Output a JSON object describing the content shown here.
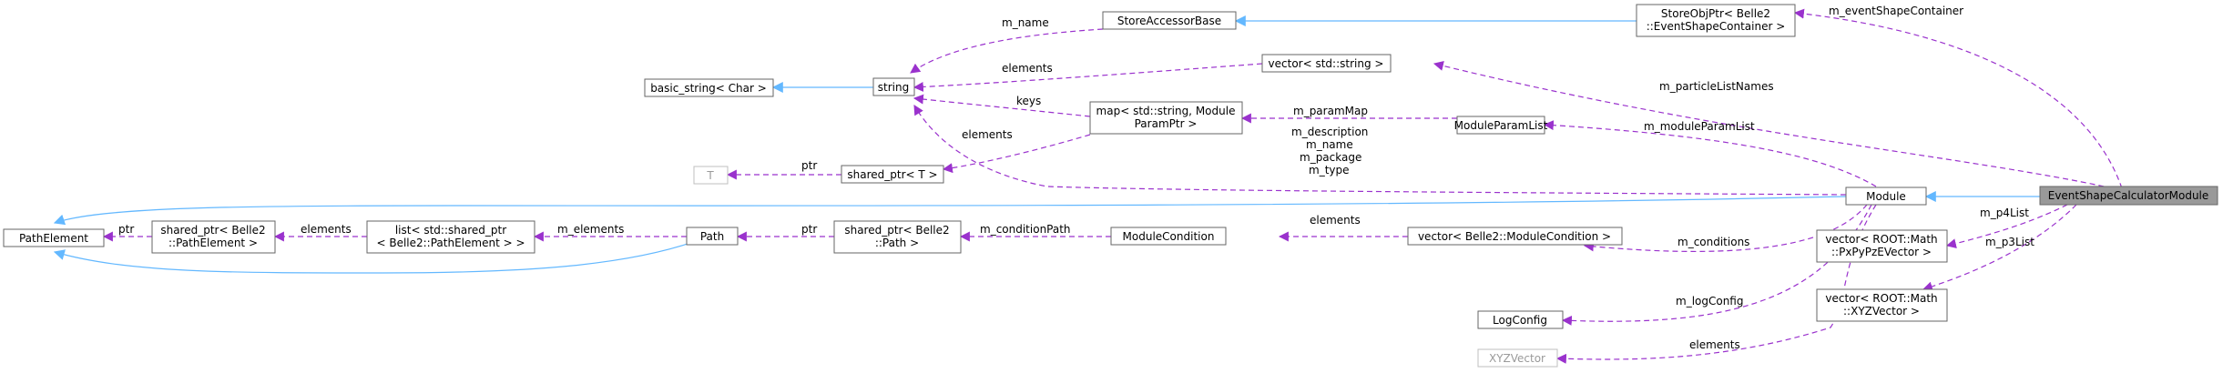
{
  "nodes": {
    "path_element": "PathElement",
    "shared_ptr_pathelement": [
      "shared_ptr< Belle2",
      "::PathElement >"
    ],
    "list_shared_ptr": [
      "list< std::shared_ptr",
      "< Belle2::PathElement > >"
    ],
    "path": "Path",
    "shared_ptr_path": [
      "shared_ptr< Belle2",
      "::Path >"
    ],
    "module_condition": "ModuleCondition",
    "vector_module_condition": "vector< Belle2::ModuleCondition >",
    "t": "T",
    "shared_ptr_t": "shared_ptr< T >",
    "basic_string": "basic_string< Char >",
    "string": "string",
    "store_accessor_base": "StoreAccessorBase",
    "vector_string": "vector< std::string >",
    "map_param": [
      "map< std::string, Module",
      "ParamPtr >"
    ],
    "module_param_list": "ModuleParamList",
    "store_obj_ptr": [
      "StoreObjPtr< Belle2",
      "::EventShapeContainer >"
    ],
    "module": "Module",
    "log_config": "LogConfig",
    "xyz_vector": "XYZVector",
    "vector_pxpypze": [
      "vector< ROOT::Math",
      "::PxPyPzEVector >"
    ],
    "vector_xyz": [
      "vector< ROOT::Math",
      "::XYZVector >"
    ],
    "event_shape_calculator_module": "EventShapeCalculatorModule"
  },
  "edge_labels": {
    "ptr_path_element": "ptr",
    "elements_list": "elements",
    "m_elements": "m_elements",
    "ptr_path": "ptr",
    "m_condition_path": "m_conditionPath",
    "elements_module_condition": "elements",
    "ptr_t": "ptr",
    "elements_shared_t": "elements",
    "m_name": "m_name",
    "elements_vector_string": "elements",
    "keys": "keys",
    "m_param_map": "m_paramMap",
    "module_string_members": [
      "m_description",
      "m_name",
      "m_package",
      "m_type"
    ],
    "m_module_param_list": "m_moduleParamList",
    "m_conditions": "m_conditions",
    "m_log_config": "m_logConfig",
    "elements_xyz": "elements",
    "m_event_shape_container": "m_eventShapeContainer",
    "m_particle_list_names": "m_particleListNames",
    "m_p4_list": "m_p4List",
    "m_p3_list": "m_p3List"
  },
  "colors": {
    "inheritance": "#63b8ff",
    "usage": "#9a32cd",
    "focus_fill": "#999999",
    "node_border": "#666666",
    "external_node_border": "#bfbfbf"
  }
}
